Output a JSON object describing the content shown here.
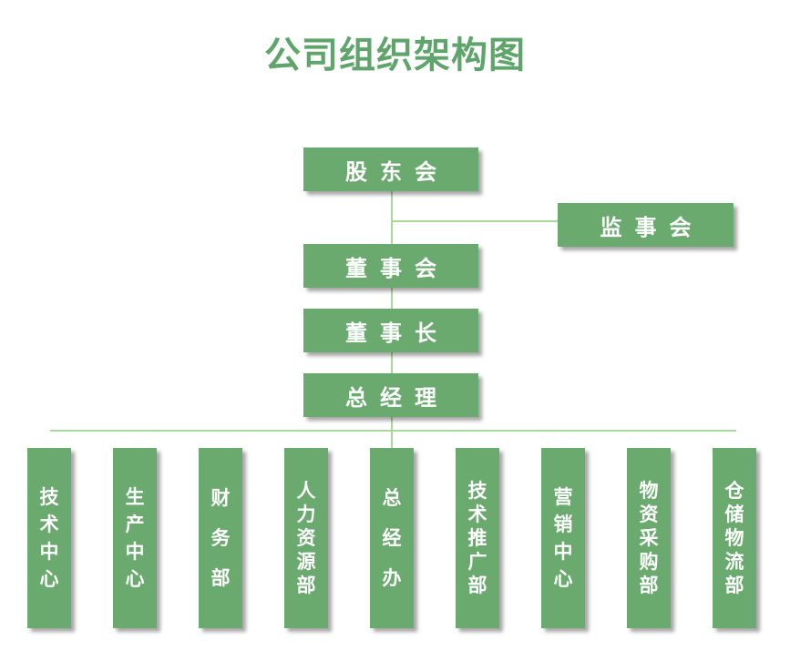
{
  "title": "公司组织架构图",
  "top": {
    "shareholders": "股东会",
    "supervisors": "监事会",
    "board": "董事会",
    "chairman": "董事长",
    "gm": "总经理"
  },
  "departments": [
    {
      "label": "技术中心",
      "chars": [
        "技",
        "术",
        "中",
        "心"
      ]
    },
    {
      "label": "生产中心",
      "chars": [
        "生",
        "产",
        "中",
        "心"
      ]
    },
    {
      "label": "财务部",
      "chars": [
        "财",
        "务",
        "部"
      ]
    },
    {
      "label": "人力资源部",
      "chars": [
        "人",
        "力",
        "资",
        "源",
        "部"
      ]
    },
    {
      "label": "总经办",
      "chars": [
        "总",
        "经",
        "办"
      ]
    },
    {
      "label": "技术推广部",
      "chars": [
        "技",
        "术",
        "推",
        "广",
        "部"
      ]
    },
    {
      "label": "营销中心",
      "chars": [
        "营",
        "销",
        "中",
        "心"
      ]
    },
    {
      "label": "物资采购部",
      "chars": [
        "物",
        "资",
        "采",
        "购",
        "部"
      ]
    },
    {
      "label": "仓储物流部",
      "chars": [
        "仓",
        "储",
        "物",
        "流",
        "部"
      ]
    }
  ],
  "colors": {
    "box": "#6aaa6e",
    "line": "#a8d89a",
    "title": "#5fa46a"
  }
}
